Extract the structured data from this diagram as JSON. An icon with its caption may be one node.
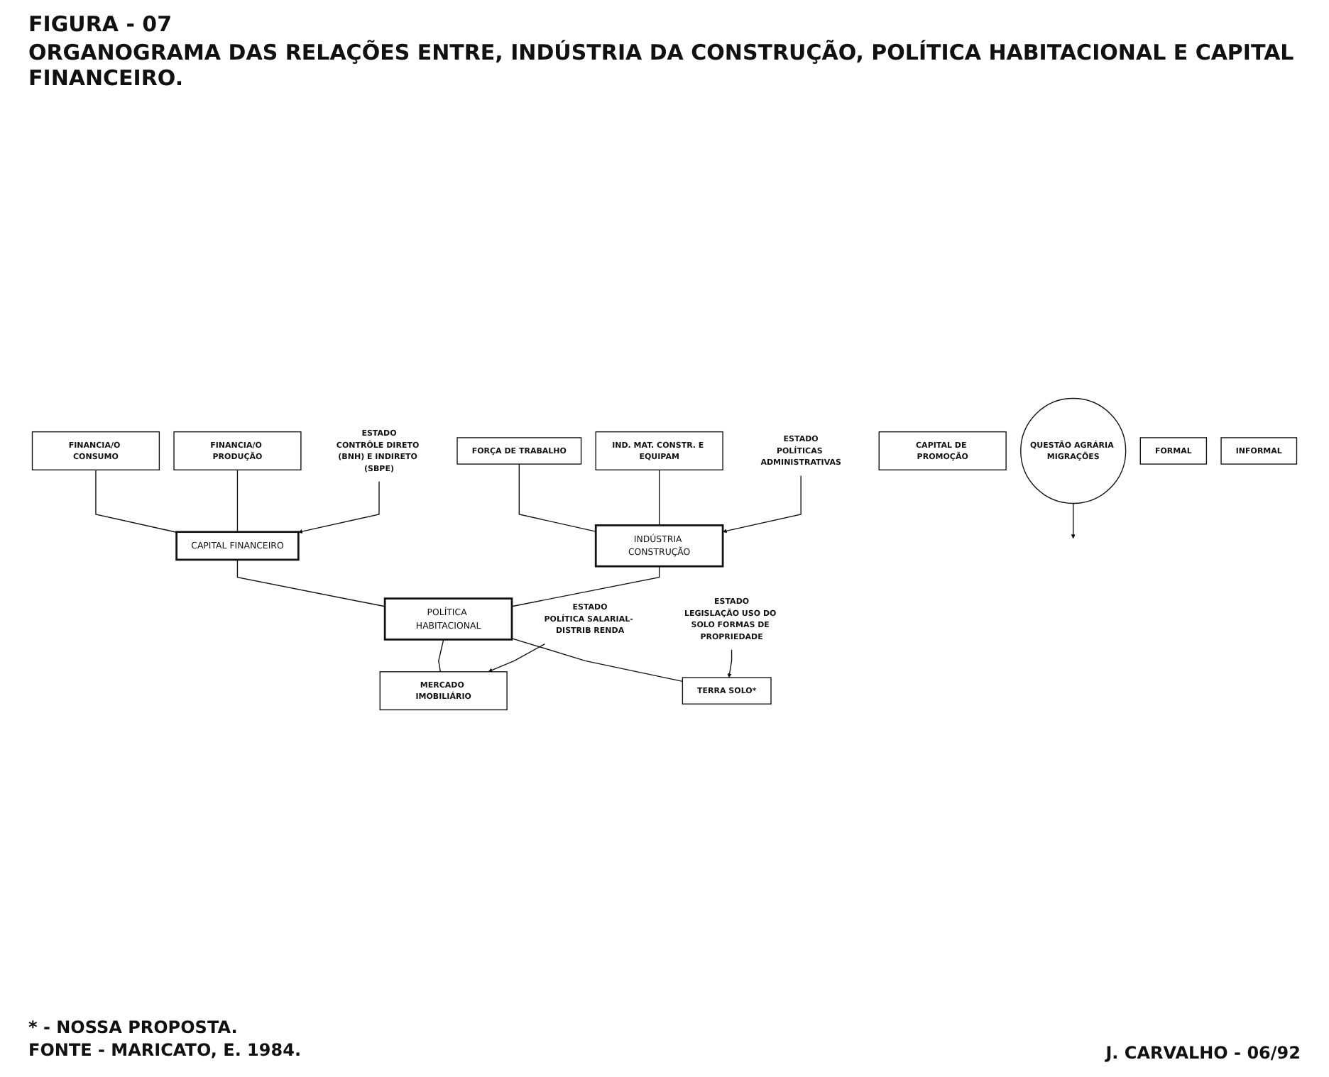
{
  "diagram": {
    "title": "ORGANOGRAMA DAS RELAÇÕES ENTRE, INDÚSTRIA DA CONSTRUÇÃO, POLÍTICA HABITACIONAL E CAPITAL FINANCEIRO.",
    "nodes": [
      {
        "text": [
          "FINANCIA/O CONSUMO"
        ]
      },
      {
        "text": [
          "FINANCIA/O PRODUÇÃO"
        ]
      },
      {
        "text": [
          "FORÇA DE TRABALHO"
        ]
      },
      {
        "text": [
          "IND. MAT. CONSTR. E EQUIPAM"
        ]
      },
      {
        "text": [
          "CAPITAL FINANCEIRO"
        ]
      },
      {
        "text": [
          "INDÚSTRIA CONSTRUÇÃO"
        ]
      },
      {
        "text": [
          "ESTADO",
          "CONTRÔLE DIRETO (BNH) E INDIRETO (SBPE)"
        ]
      },
      {
        "text": [
          "ESTADO",
          "POLÍTICAS ADMINISTRATIVAS"
        ]
      },
      {
        "text": [
          "CAPITAL DE PROMOÇÃO"
        ]
      },
      {
        "text": [
          "QUESTÃO AGRÁRIA MIGRAÇÕES"
        ]
      },
      {
        "text": [
          "POLÍTICA HABITACIONAL"
        ]
      },
      {
        "text": [
          "MERCADO IMOBILIÁRIO"
        ]
      },
      {
        "text": [
          "TERRA SOLO*"
        ]
      },
      {
        "text": [
          "ESTADO",
          "POLÍTICA SALARIAL- DISTRIB RENDA"
        ]
      },
      {
        "text": [
          "ESTADO",
          "LEGISLAÇÃO USO DO SOLO FORMAS DE PROPRIEDADE"
        ]
      },
      {
        "text": [
          "FORMAL"
        ]
      },
      {
        "text": [
          "INFORMAL"
        ]
      }
    ],
    "edges": [
      {
        "from": 0,
        "to": 4,
        "arrow": "none"
      },
      {
        "from": 1,
        "to": 4,
        "arrow": "none"
      },
      {
        "from": 2,
        "to": 5,
        "arrow": "none"
      },
      {
        "from": 3,
        "to": 5,
        "arrow": "none"
      },
      {
        "from": 6,
        "to": 4,
        "arrow": "to"
      },
      {
        "from": 7,
        "to": 5,
        "arrow": "to"
      },
      {
        "from": 4,
        "to": 10,
        "arrow": "none"
      },
      {
        "from": 5,
        "to": 10,
        "arrow": "none"
      },
      {
        "from": 9,
        "to": null,
        "arrow": "to"
      },
      {
        "from": 10,
        "to": 11,
        "arrow": "none"
      },
      {
        "from": 10,
        "to": 12,
        "arrow": "none"
      },
      {
        "from": 13,
        "to": 11,
        "arrow": "to"
      },
      {
        "from": 14,
        "to": 12,
        "arrow": "to"
      }
    ],
    "labels": [
      "FIGURA - 07",
      "* - NOSSA PROPOSTA.",
      "FONTE - MARICATO, E. 1984.",
      "J. CARVALHO - 06/92"
    ]
  }
}
